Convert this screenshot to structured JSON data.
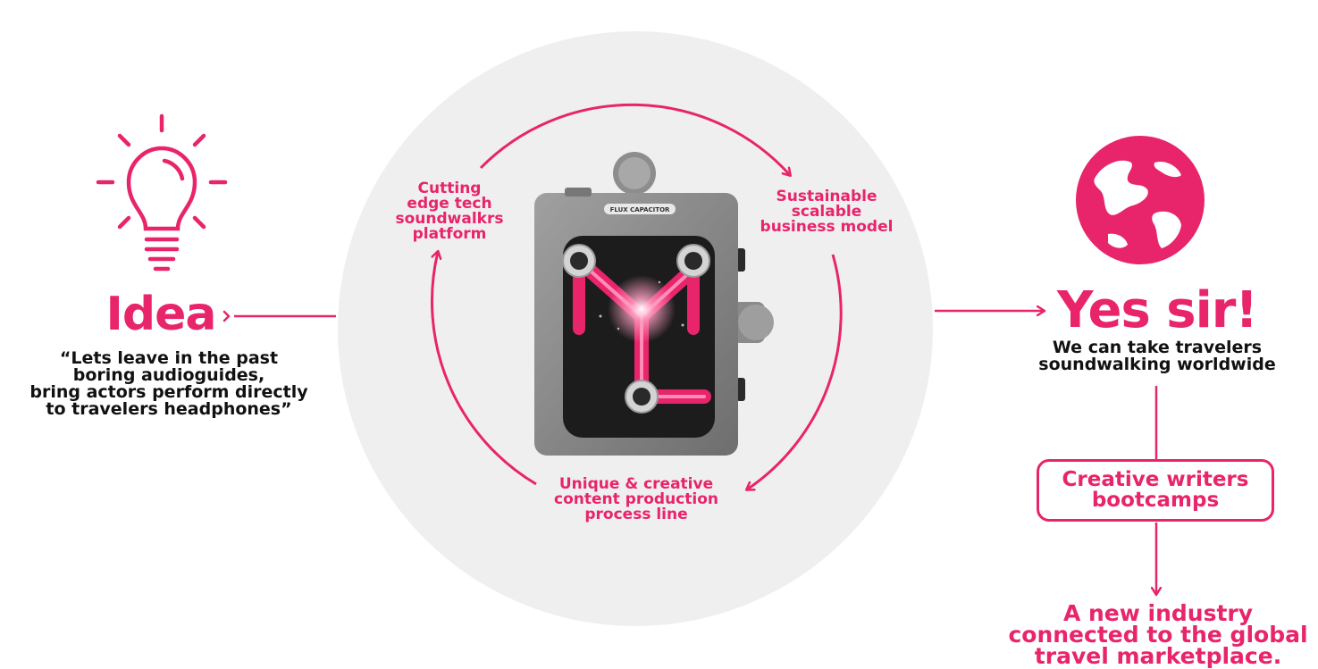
{
  "idea": {
    "title": "Idea",
    "quote": "“Lets leave in the past\nboring audioguides,\nbring actors perform directly\nto travelers headphones”"
  },
  "cycle": {
    "top_left": "Cutting\nedge tech\nsoundwalkrs\nplatform",
    "top_right": "Sustainable\nscalable\nbusiness model",
    "bottom": "Unique & creative\ncontent production\nprocess line"
  },
  "device": {
    "label": "FLUX CAPACITOR"
  },
  "result": {
    "title": "Yes sir!",
    "subtitle": "We can take travelers\nsoundwalking worldwide"
  },
  "bootcamp": {
    "label": "Creative writers\nbootcamps"
  },
  "industry": {
    "label": "A new industry\nconnected to the global\ntravel marketplace."
  },
  "colors": {
    "accent": "#e8246a",
    "text_dark": "#111111",
    "circle_bg": "#efefef",
    "device_body": "#8a8a8a",
    "device_screen": "#1c1c1c"
  },
  "icons": [
    "lightbulb-icon",
    "globe-icon",
    "flux-capacitor-icon"
  ]
}
